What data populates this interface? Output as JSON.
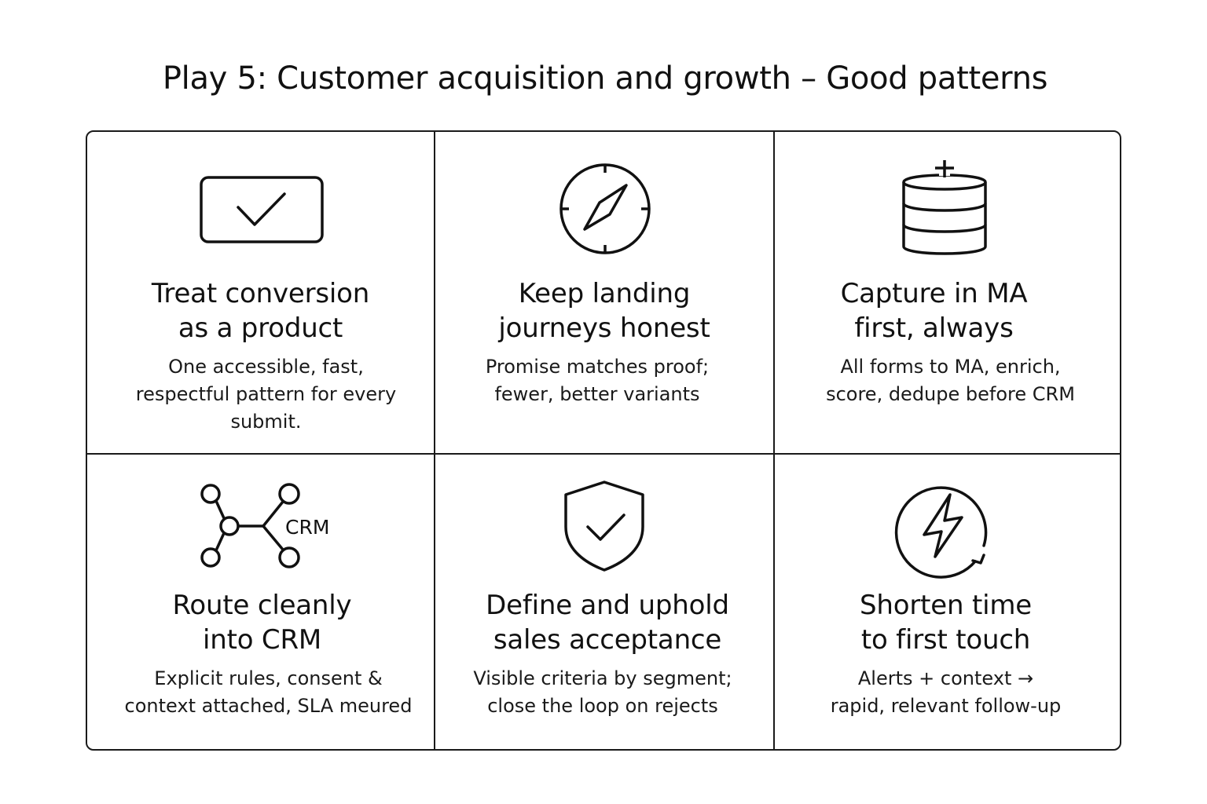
{
  "title": "Play 5: Customer acquisition and growth – Good patterns",
  "cards": [
    {
      "icon": "monitor-check-icon",
      "title": [
        "Treat conversion",
        "as a product"
      ],
      "description": [
        "One accessible, fast,",
        "respectful pattern for every",
        "submit."
      ]
    },
    {
      "icon": "compass-icon",
      "title": [
        "Keep landing",
        "journeys honest"
      ],
      "description": [
        "Promise matches proof;",
        "fewer, better variants"
      ]
    },
    {
      "icon": "database-plus-icon",
      "title": [
        "Capture in MA",
        "first, always"
      ],
      "description": [
        "All forms to MA, enrich,",
        "score, dedupe before CRM"
      ]
    },
    {
      "icon": "network-crm-icon",
      "icon_label": "CRM",
      "title": [
        "Route cleanly",
        "into CRM"
      ],
      "description": [
        "Explicit rules, consent &",
        "context attached, SLA meured"
      ]
    },
    {
      "icon": "shield-check-icon",
      "title": [
        "Define and uphold",
        "sales acceptance"
      ],
      "description": [
        "Visible criteria by segment;",
        "close the loop on rejects"
      ]
    },
    {
      "icon": "lightning-cycle-icon",
      "title": [
        "Shorten time",
        "to first touch"
      ],
      "description": [
        "Alerts + context →",
        "rapid, relevant follow-up"
      ]
    }
  ]
}
